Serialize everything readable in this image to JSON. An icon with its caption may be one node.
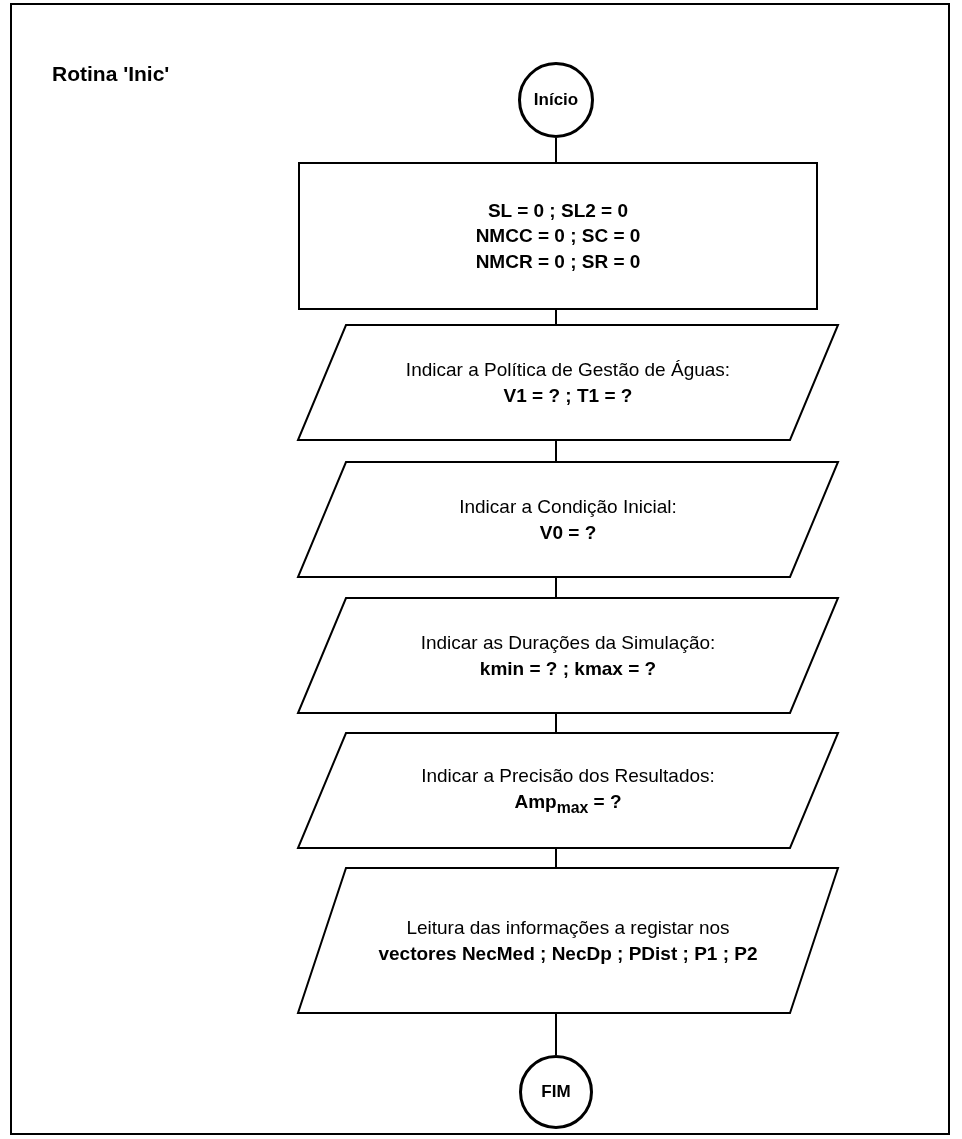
{
  "diagram": {
    "title": "Rotina 'Inic'",
    "nodes": [
      {
        "text": [
          "Início"
        ]
      },
      {
        "text": [
          "SL = 0 ; SL2 = 0",
          "NMCC = 0 ; SC = 0",
          "NMCR = 0 ; SR = 0"
        ]
      },
      {
        "text": [
          "Indicar a Política de Gestão de Águas:",
          "V1 = ?   ;  T1 = ?"
        ]
      },
      {
        "text": [
          "Indicar a Condição Inicial:",
          "V0 = ?"
        ]
      },
      {
        "text": [
          "Indicar as Durações da Simulação:",
          "kmin = ?   ;  kmax = ?"
        ]
      },
      {
        "text": [
          "Indicar a Precisão dos Resultados:",
          "Amp$_{max}$ = ?"
        ]
      },
      {
        "text": [
          "Leitura das informações a registar nos **vectores  NecMed ; NecDp ; PDist ; P1 ; P2**"
        ]
      },
      {
        "text": [
          "FIM"
        ]
      }
    ],
    "edges": [
      {
        "from": 0,
        "to": 1,
        "arrow": "none"
      },
      {
        "from": 1,
        "to": 2,
        "arrow": "none"
      },
      {
        "from": 2,
        "to": 3,
        "arrow": "none"
      },
      {
        "from": 3,
        "to": 4,
        "arrow": "none"
      },
      {
        "from": 4,
        "to": 5,
        "arrow": "none"
      },
      {
        "from": 5,
        "to": 6,
        "arrow": "none"
      },
      {
        "from": 6,
        "to": 7,
        "arrow": "none"
      }
    ]
  }
}
